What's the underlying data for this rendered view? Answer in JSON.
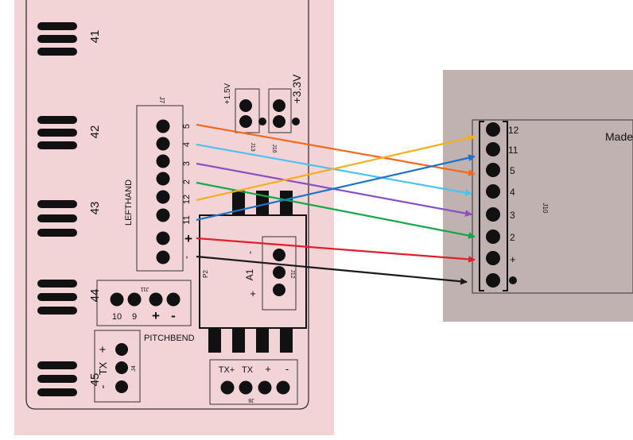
{
  "pcb": {
    "background": "#f2d3d6",
    "edge_labels": [
      "41",
      "42",
      "43",
      "44",
      "45"
    ],
    "lefthand_label": "LEFTHAND",
    "j7_label": "J7",
    "j7_pins": [
      "5",
      "4",
      "3",
      "2",
      "12",
      "11",
      "+",
      "-"
    ],
    "j13_label": "J13",
    "j16_label": "J16",
    "v15_label": "+1.5V",
    "v33_label": "+3.3V",
    "p2_label": "P2",
    "a1_minus": "-",
    "a1_label": "A1",
    "a1_plus": "+",
    "j12_label": "J12",
    "j11_label": "J11",
    "j11_pins": [
      "10",
      "9",
      "+",
      "-"
    ],
    "pitchbend_label": "PITCHBEND",
    "j4_label": "J4",
    "tx_plus": "+",
    "tx_label": "TX",
    "tx_minus": "-",
    "j8_label": "J8",
    "j8_pins": [
      "TX+",
      "TX",
      "+",
      "-"
    ]
  },
  "module": {
    "background": "#c0b2b0",
    "title": "Made",
    "connector_label": "J10",
    "pins": [
      "12",
      "11",
      "5",
      "4",
      "3",
      "2",
      "+",
      ""
    ]
  },
  "wires": [
    {
      "from": "5",
      "to": "5",
      "color": "#f26b1d"
    },
    {
      "from": "4",
      "to": "4",
      "color": "#4cc3ef"
    },
    {
      "from": "3",
      "to": "3",
      "color": "#8a4fc4"
    },
    {
      "from": "2",
      "to": "2",
      "color": "#14a84a"
    },
    {
      "from": "12",
      "to": "12",
      "color": "#f7ae1e"
    },
    {
      "from": "11",
      "to": "11",
      "color": "#1e73c8"
    },
    {
      "from": "+",
      "to": "+",
      "color": "#e21f2c"
    },
    {
      "from": "-",
      "to": "-",
      "color": "#1a1a1a"
    }
  ]
}
